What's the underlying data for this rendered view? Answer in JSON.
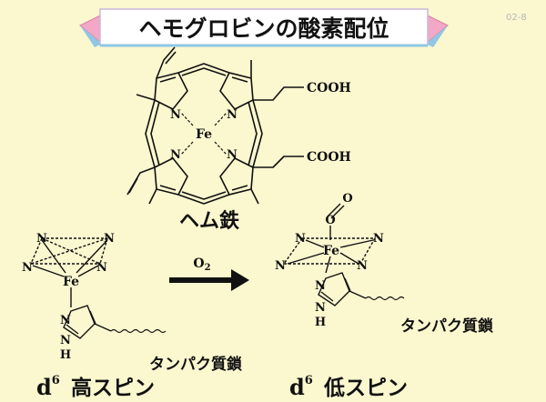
{
  "title": "ヘモグロビンの酸素配位",
  "corner_note": "02-8",
  "heme": {
    "name": "ヘム鉄",
    "metal": "Fe",
    "nitrogen": "N",
    "acid_top": "COOH",
    "acid_bottom": "COOH"
  },
  "left_complex": {
    "metal": "Fe",
    "nitrogen": "N",
    "histidine_n": "N",
    "histidine_h": "H",
    "chain_label": "タンパク質鎖",
    "spin_d": "d",
    "spin_sup": "6",
    "spin_label": "高スピン"
  },
  "reaction": {
    "reagent": "O",
    "reagent_sub": "2"
  },
  "right_complex": {
    "metal": "Fe",
    "nitrogen": "N",
    "oxygen": "O",
    "histidine_n": "N",
    "histidine_h": "H",
    "chain_label": "タンパク質鎖",
    "spin_d": "d",
    "spin_sup": "6",
    "spin_label": "低スピン"
  },
  "colors": {
    "background": "#fbf7cf",
    "banner": "#ffffff",
    "banner_edge_pink": "#f3a8c7",
    "banner_edge_blue": "#8fc7e6",
    "ink": "#111111"
  }
}
